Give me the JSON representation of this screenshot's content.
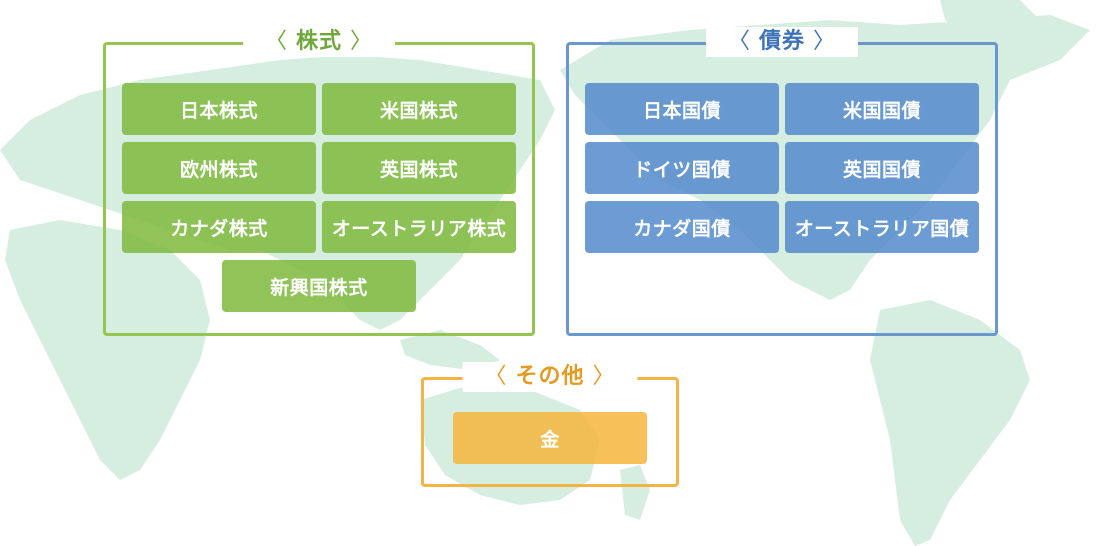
{
  "stocks": {
    "title": "株式",
    "bracket_open": "〈",
    "bracket_close": "〉",
    "color": "#96c451",
    "items": [
      "日本株式",
      "米国株式",
      "欧州株式",
      "英国株式",
      "カナダ株式",
      "オーストラリア株式",
      "新興国株式"
    ]
  },
  "bonds": {
    "title": "債券",
    "bracket_open": "〈",
    "bracket_close": "〉",
    "color": "#6a97cf",
    "items": [
      "日本国債",
      "米国国債",
      "ドイツ国債",
      "英国国債",
      "カナダ国債",
      "オーストラリア国債"
    ]
  },
  "other": {
    "title": "その他",
    "bracket_open": "〈",
    "bracket_close": "〉",
    "color": "#f2b445",
    "items": [
      "金"
    ]
  },
  "background": {
    "icon": "world-map-icon",
    "color": "#d6eee0"
  }
}
